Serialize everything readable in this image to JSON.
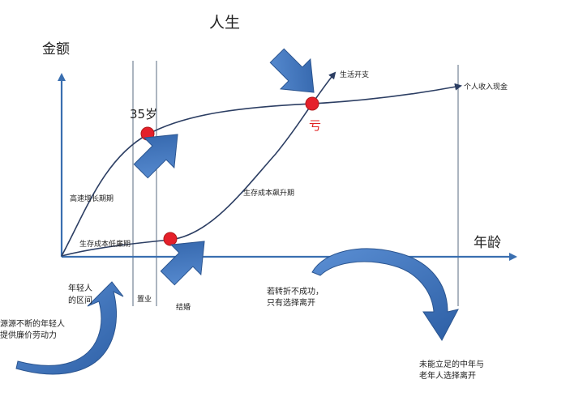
{
  "title": "人生",
  "y_axis_label": "金额",
  "x_axis_label": "年龄",
  "labels": {
    "income_curve": "个人收入现金",
    "cost_curve": "生活开支",
    "age_35": "35岁",
    "loss": "亏",
    "rapid_growth": "高速增长期期",
    "low_cost": "生存成本低廉期",
    "cost_rising": "生存成本飙升期",
    "young_range": "年轻人\n的区间",
    "house": "置业",
    "marriage": "结婚",
    "fail_turn": "若转折不成功，\n只有选择离开",
    "young_labor": "源源不断的年轻人\n提供廉价劳动力",
    "middle_old_leave": "未能立足的中年与\n老年人选择离开"
  },
  "colors": {
    "axis": "#3a6fb0",
    "curve": "#2c3e63",
    "arrow_fill": "#3f75c0",
    "arrow_stroke": "#2b5590",
    "dot": "#e5202a",
    "loss_text": "#e02020",
    "divider": "#5a6b80"
  }
}
